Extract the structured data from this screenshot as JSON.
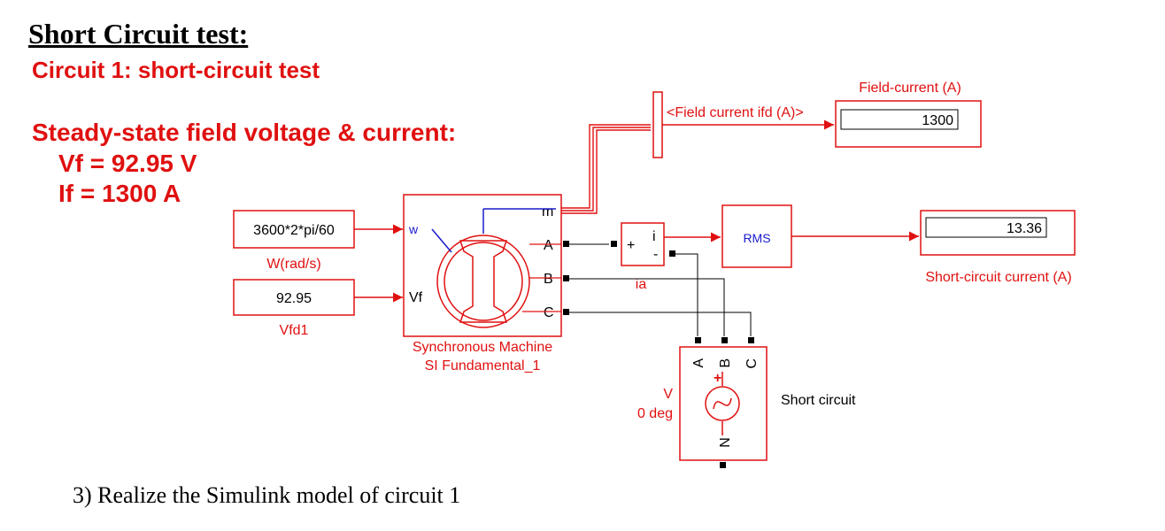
{
  "heading": "Short Circuit test:",
  "subtitle": "Circuit 1: short-circuit test",
  "steady_state": {
    "title": "Steady-state field voltage & current:",
    "vf": "Vf = 92.95 V",
    "if": "If  = 1300 A"
  },
  "blocks": {
    "speed_const": {
      "value": "3600*2*pi/60",
      "label": "W(rad/s)"
    },
    "vfd_const": {
      "value": "92.95",
      "label": "Vfd1"
    },
    "machine": {
      "line1": "Synchronous Machine",
      "line2": "SI Fundamental_1",
      "port_w": "w",
      "port_vf": "Vf",
      "port_m": "m",
      "port_a": "A",
      "port_b": "B",
      "port_c": "C"
    },
    "bus_selector": {
      "signal": "<Field current  ifd (A)>"
    },
    "field_display": {
      "title": "Field-current (A)",
      "value": "1300"
    },
    "current_meas": {
      "plus": "+",
      "minus": "-",
      "out": "i",
      "label": "ia"
    },
    "rms": {
      "label": "RMS"
    },
    "sc_display": {
      "value": "13.36",
      "label": "Short-circuit current (A)"
    },
    "source": {
      "port_a": "A",
      "port_b": "B",
      "port_c": "C",
      "port_n": "N",
      "plus": "+",
      "v_label": "V",
      "phase_label": "0 deg",
      "label": "Short circuit"
    }
  },
  "footer": "3)  Realize the Simulink model of circuit 1"
}
